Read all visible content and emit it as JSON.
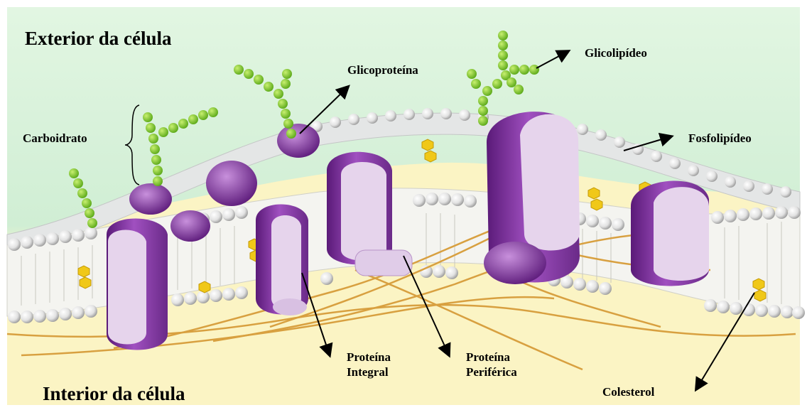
{
  "labels": {
    "exterior": "Exterior da célula",
    "interior": "Interior da célula",
    "carboidrato": "Carboidrato",
    "glicoproteina": "Glicoproteína",
    "glicolipideo": "Glicolipídeo",
    "fosfolipideo": "Fosfolipídeo",
    "proteina_integral": [
      "Proteína",
      "Integral"
    ],
    "proteina_periferica": [
      "Proteína",
      "Periférica"
    ],
    "colesterol": "Colesterol"
  },
  "colors": {
    "exterior_bg": "#d8f0d8",
    "interior_bg": "#faf3c0",
    "lipid_head": "#e8e8e8",
    "protein_light": "#e6d4ec",
    "protein_dark": "#8a3aa6",
    "carbohydrate": "#8fd42a",
    "cholesterol": "#f0c818",
    "filament": "#d8a040"
  }
}
